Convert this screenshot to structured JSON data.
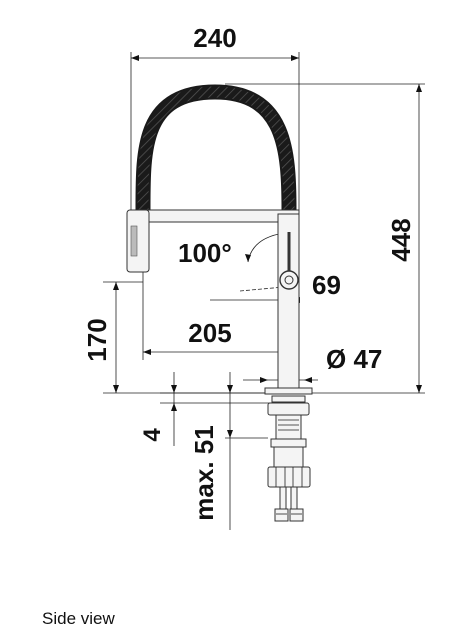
{
  "dimensions": {
    "width_overall": "240",
    "height_overall": "448",
    "rotation": "100°",
    "spout_reach": "205",
    "height_to_spout": "170",
    "lever_offset": "69",
    "base_diameter": "Ø 47",
    "deck_thickness": "4",
    "max_mounting_depth": "max. 51"
  },
  "caption": "Side view",
  "colors": {
    "line": "#222222",
    "hose": "#1a1a1a",
    "metal": "#f4f4f4"
  }
}
